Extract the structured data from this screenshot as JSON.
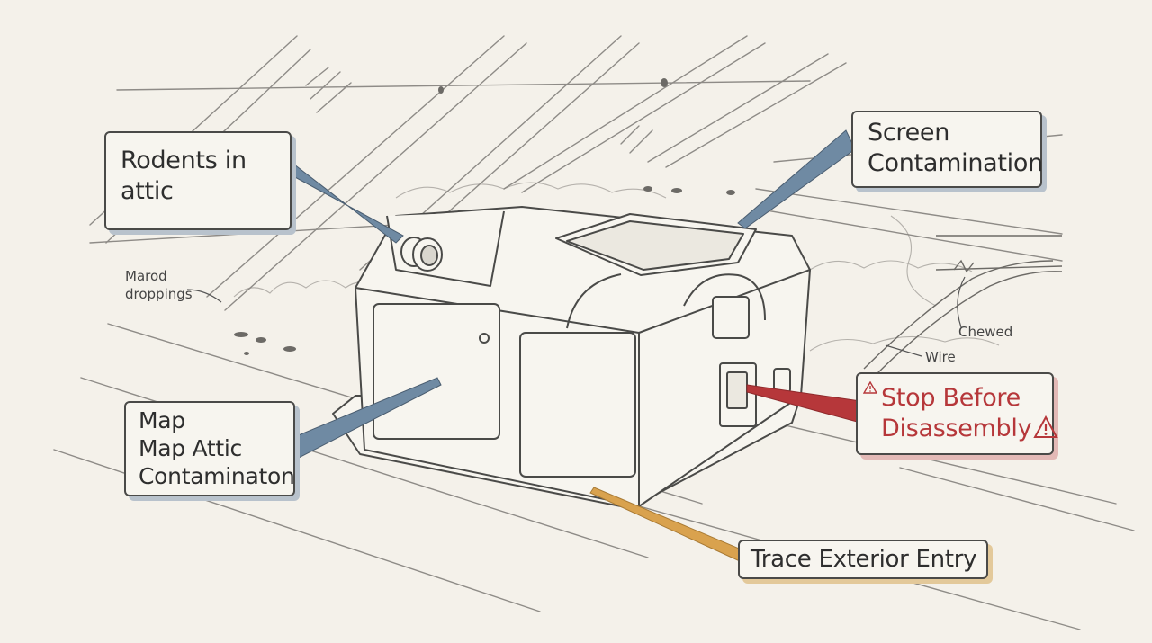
{
  "callouts": {
    "rodents": {
      "lines": [
        "Rodents in",
        "attic"
      ]
    },
    "screen": {
      "lines": [
        "Screen",
        "Contamination"
      ]
    },
    "map": {
      "lines": [
        "Map",
        "Map Attic",
        "Contaminaton"
      ]
    },
    "stop": {
      "lines": [
        "Stop Before",
        "Disassembly"
      ]
    },
    "trace": {
      "text": "Trace Exterior Entry"
    }
  },
  "notes": {
    "droppings": [
      "Marod",
      "droppings"
    ],
    "chewed": "Chewed",
    "wire": "Wire"
  },
  "colors": {
    "background": "#f4f1ea",
    "ink": "#4a4a48",
    "pointer_blue": "#6f8aa3",
    "pointer_red": "#b6373a",
    "pointer_orange": "#d9a24e",
    "shadow_blue": "#b8c2cc",
    "shadow_red": "#e3b9b6",
    "shadow_orange": "#e3c99a"
  },
  "icons": {
    "warning": "warning-triangle-icon",
    "unit": "hvac-unit-illustration"
  }
}
